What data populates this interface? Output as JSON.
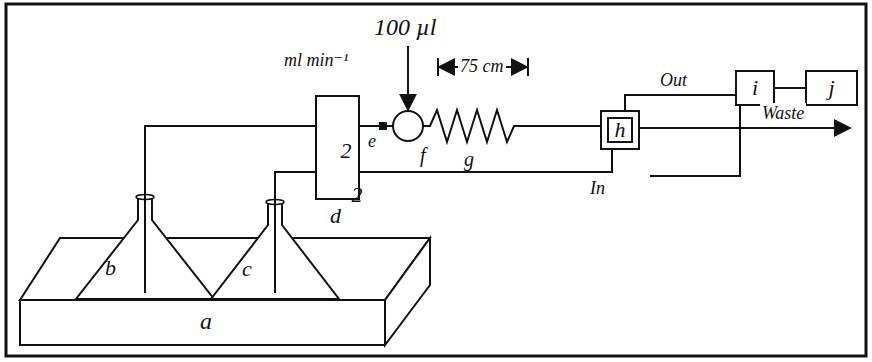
{
  "diagram": {
    "nodes": [
      {
        "text": [
          "a"
        ]
      },
      {
        "text": [
          "b"
        ]
      },
      {
        "text": [
          "c"
        ]
      },
      {
        "text": [
          "2",
          "2"
        ]
      },
      {
        "text": [
          "h"
        ]
      },
      {
        "text": [
          "i"
        ]
      },
      {
        "text": [
          "j"
        ]
      }
    ],
    "edges": [
      {
        "from": 1,
        "to": 3,
        "arrow": "none"
      },
      {
        "from": 2,
        "to": 3,
        "arrow": "none"
      },
      {
        "from": 3,
        "to": 4,
        "arrow": "none"
      },
      {
        "from": 4,
        "to": 5,
        "arrow": "none"
      },
      {
        "from": 5,
        "to": 6,
        "arrow": "none"
      }
    ],
    "labels": [
      "100 µl",
      "ml min⁻¹",
      "75 cm",
      "e",
      "f",
      "g",
      "Out",
      "In",
      "Waste",
      "d"
    ]
  }
}
